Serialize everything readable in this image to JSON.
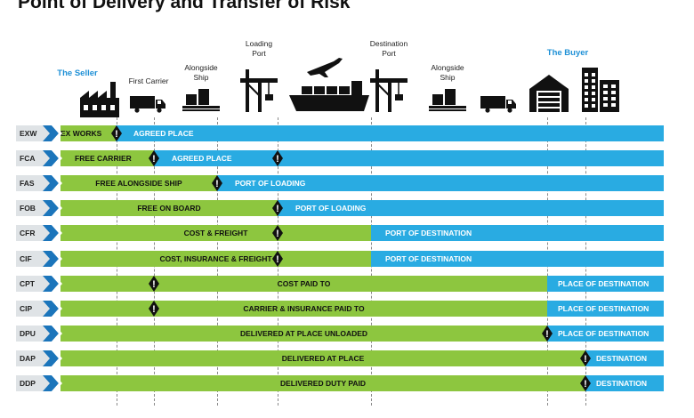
{
  "title": "Point of Delivery and Transfer of Risk",
  "colors": {
    "seller": "#8dc63f",
    "buyer": "#29abe2",
    "party_label": "#1e90d6",
    "code_bg": "#dfe3e6"
  },
  "parties": {
    "seller": "The Seller",
    "buyer": "The Buyer"
  },
  "stages": [
    {
      "id": "seller",
      "icon": "factory-icon"
    },
    {
      "id": "first_carrier",
      "label": "First Carrier",
      "icon": "truck-icon"
    },
    {
      "id": "alongside_ship_origin",
      "label": "Alongside\nShip",
      "icon": "cargo-pallet-icon"
    },
    {
      "id": "loading_port",
      "label": "Loading\nPort",
      "icon": "port-crane-icon"
    },
    {
      "id": "transit",
      "icon": "airplane-ship-icon"
    },
    {
      "id": "destination_port",
      "label": "Destination\nPort",
      "icon": "port-crane-icon"
    },
    {
      "id": "alongside_ship_destination",
      "label": "Alongside\nShip",
      "icon": "cargo-pallet-icon"
    },
    {
      "id": "delivery_truck",
      "icon": "truck-icon"
    },
    {
      "id": "warehouse",
      "icon": "warehouse-icon"
    },
    {
      "id": "buyer",
      "icon": "office-building-icon"
    }
  ],
  "rows": [
    {
      "code": "EXW",
      "seller_text": "EX WORKS",
      "buyer_text": "AGREED PLACE"
    },
    {
      "code": "FCA",
      "seller_text": "FREE CARRIER",
      "buyer_text": "AGREED PLACE"
    },
    {
      "code": "FAS",
      "seller_text": "FREE ALONGSIDE SHIP",
      "buyer_text": "PORT OF LOADING"
    },
    {
      "code": "FOB",
      "seller_text": "FREE  ON BOARD",
      "buyer_text": "PORT OF LOADING"
    },
    {
      "code": "CFR",
      "seller_text": "COST & FREIGHT",
      "buyer_text": "PORT OF DESTINATION"
    },
    {
      "code": "CIF",
      "seller_text": "COST, INSURANCE & FREIGHT",
      "buyer_text": "PORT OF DESTINATION"
    },
    {
      "code": "CPT",
      "seller_text": "COST PAID TO",
      "buyer_text": "PLACE OF DESTINATION"
    },
    {
      "code": "CIP",
      "seller_text": "CARRIER & INSURANCE PAID TO",
      "buyer_text": "PLACE OF DESTINATION"
    },
    {
      "code": "DPU",
      "seller_text": "DELIVERED AT PLACE UNLOADED",
      "buyer_text": "PLACE OF DESTINATION"
    },
    {
      "code": "DAP",
      "seller_text": "DELIVERED AT PLACE",
      "buyer_text": "DESTINATION"
    },
    {
      "code": "DDP",
      "seller_text": "DELIVERED DUTY PAID",
      "buyer_text": "DESTINATION"
    }
  ]
}
